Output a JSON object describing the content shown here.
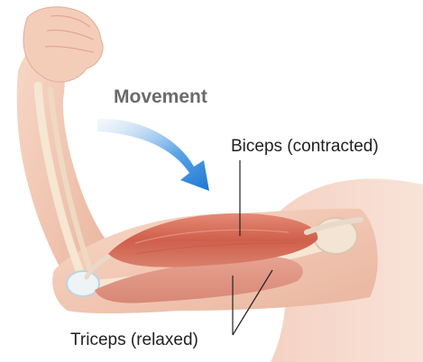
{
  "labels": {
    "movement": "Movement",
    "biceps": "Biceps (contracted)",
    "triceps": "Triceps (relaxed)"
  },
  "colors": {
    "skin": "#f3cbb7",
    "skin_shadow": "#e8b39c",
    "biceps_muscle": "#d9735f",
    "triceps_muscle": "#dd9480",
    "bone": "#f6e6d2",
    "tendon": "#e9d9c9",
    "arrow": "#3b8fd9",
    "leader_line": "#222222",
    "movement_text": "#6a6a6a"
  },
  "icons": {
    "arrow": "curved-arrow-icon"
  }
}
